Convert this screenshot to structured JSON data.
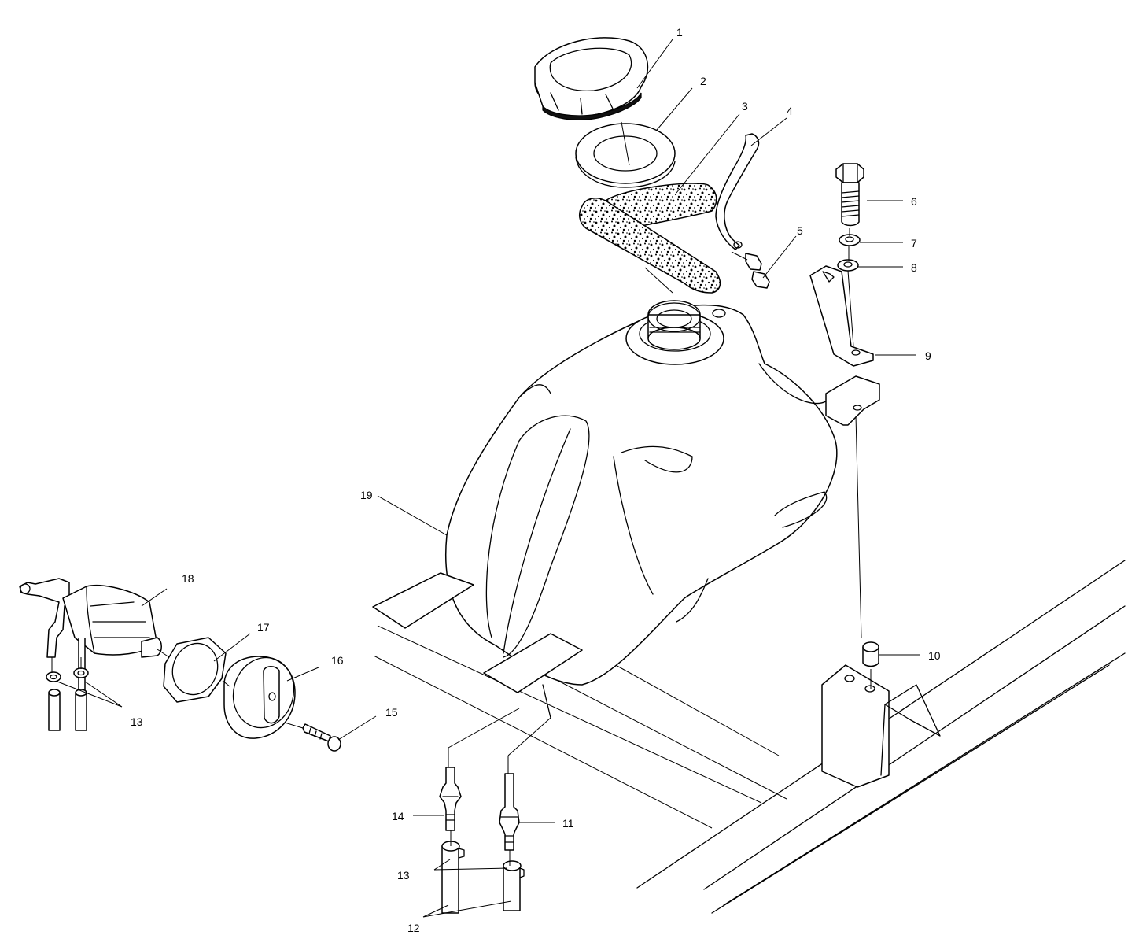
{
  "callouts": [
    {
      "id": "1",
      "label": "1"
    },
    {
      "id": "2",
      "label": "2"
    },
    {
      "id": "3",
      "label": "3"
    },
    {
      "id": "4",
      "label": "4"
    },
    {
      "id": "5",
      "label": "5"
    },
    {
      "id": "6",
      "label": "6"
    },
    {
      "id": "7",
      "label": "7"
    },
    {
      "id": "8",
      "label": "8"
    },
    {
      "id": "9",
      "label": "9"
    },
    {
      "id": "10",
      "label": "10"
    },
    {
      "id": "11",
      "label": "11"
    },
    {
      "id": "12",
      "label": "12"
    },
    {
      "id": "13a",
      "label": "13"
    },
    {
      "id": "13b",
      "label": "13"
    },
    {
      "id": "14",
      "label": "14"
    },
    {
      "id": "15",
      "label": "15"
    },
    {
      "id": "16",
      "label": "16"
    },
    {
      "id": "17",
      "label": "17"
    },
    {
      "id": "18",
      "label": "18"
    },
    {
      "id": "19",
      "label": "19"
    }
  ]
}
